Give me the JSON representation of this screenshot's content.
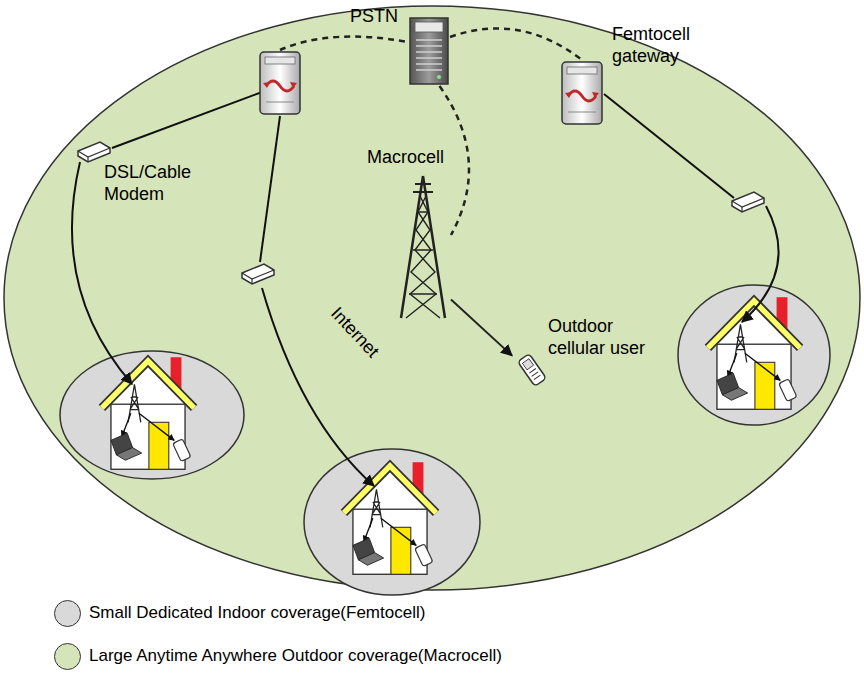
{
  "diagram": {
    "nodes": [
      {
        "text": [
          "PSTN"
        ]
      },
      {
        "text": [
          "Femtocell gateway"
        ]
      },
      {
        "text": [
          "DSL/Cable Modem"
        ]
      },
      {
        "text": [
          "Macrocell"
        ]
      },
      {
        "text": [
          "Outdoor cellular user"
        ]
      }
    ],
    "edges": [
      {
        "from": 0,
        "to": 1,
        "arrow": "none"
      },
      {
        "from": 0,
        "to": 3,
        "arrow": "none"
      },
      {
        "from": 3,
        "to": 4,
        "arrow": "to"
      }
    ],
    "labels": [
      "Internet"
    ],
    "legend": [
      {
        "text": "Small Dedicated Indoor coverage(Femtocell)",
        "color": "#d9d9d9"
      },
      {
        "text": "Large Anytime Anywhere Outdoor coverage(Macrocell)",
        "color": "#d6e4b9"
      }
    ]
  }
}
